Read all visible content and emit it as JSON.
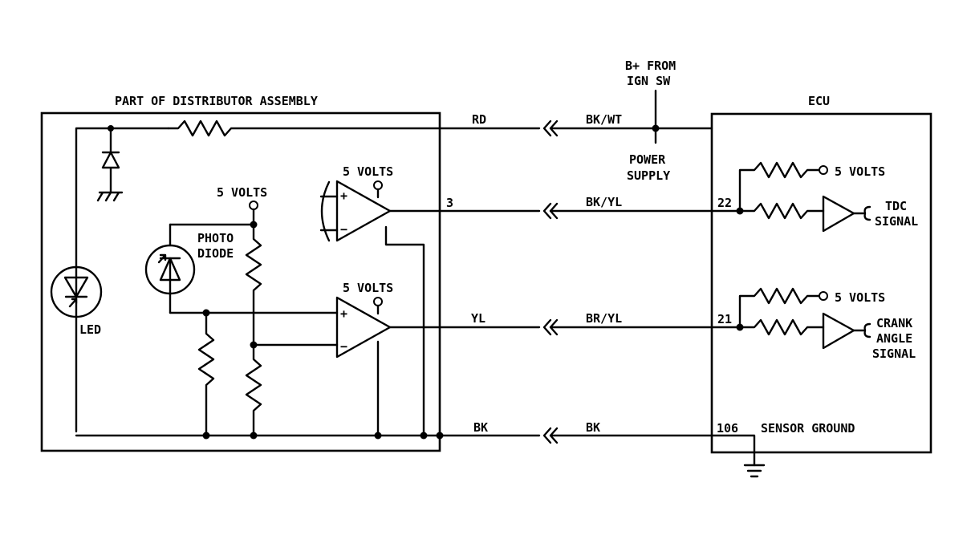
{
  "labels": {
    "distributor_title": "PART OF DISTRIBUTOR ASSEMBLY",
    "ecu_title": "ECU",
    "b_plus_line1": "B+ FROM",
    "b_plus_line2": "IGN SW",
    "power_supply_line1": "POWER",
    "power_supply_line2": "SUPPLY",
    "led": "LED",
    "photo_diode_line1": "PHOTO",
    "photo_diode_line2": "DIODE",
    "volts_photo": "5 VOLTS",
    "volts_opamp_top": "5 VOLTS",
    "volts_opamp_bottom": "5 VOLTS",
    "volts_ecu_tdc": "5 VOLTS",
    "volts_ecu_crank": "5 VOLTS",
    "tdc_signal_line1": "TDC",
    "tdc_signal_line2": "SIGNAL",
    "crank_signal_line1": "CRANK",
    "crank_signal_line2": "ANGLE",
    "crank_signal_line3": "SIGNAL",
    "sensor_ground": "SENSOR GROUND",
    "opamp_plus": "+",
    "opamp_minus": "−"
  },
  "wires": {
    "power_left": "RD",
    "power_right": "BK/WT",
    "tdc_pin": "3",
    "tdc_right": "BK/YL",
    "crank_left": "YL",
    "crank_right": "BR/YL",
    "ground_left": "BK",
    "ground_right": "BK"
  },
  "pins": {
    "tdc": "22",
    "crank": "21",
    "ground": "106"
  }
}
